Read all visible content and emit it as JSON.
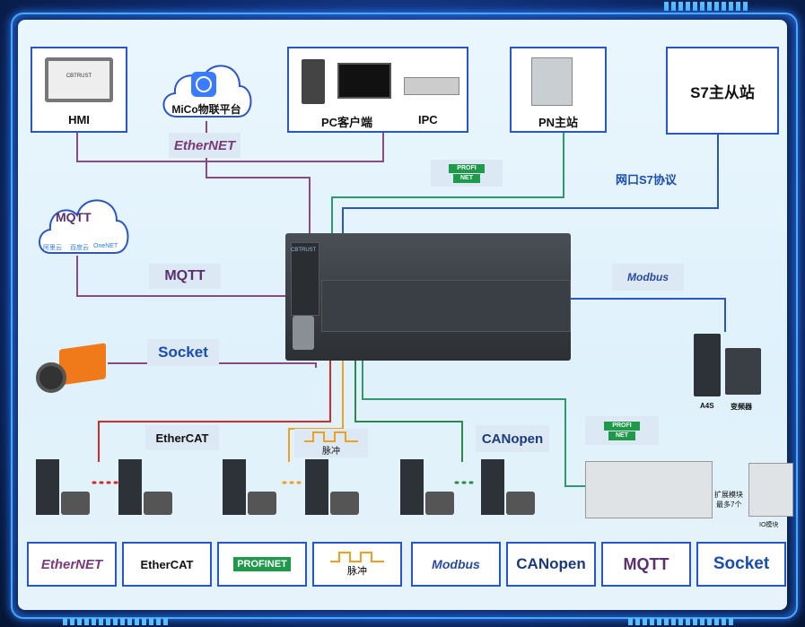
{
  "nodes": {
    "hmi": "HMI",
    "mico": "MiCo物联平台",
    "pc": "PC客户端",
    "ipc": "IPC",
    "pn_master": "PN主站",
    "s7": "S7主从站",
    "a4s": "A4S",
    "inverter": "变频器",
    "expansion": "扩展模块\n最多7个",
    "expansion_l1": "扩展模块",
    "expansion_l2": "最多7个",
    "io_module": "IO模块",
    "hmi_brand": "CBTRUST",
    "plc_brand": "CBTRUST",
    "mqtt_cloud1": "阿里云",
    "mqtt_cloud2": "百度云",
    "mqtt_cloud3": "OneNET"
  },
  "tags": {
    "ethernet": "EtherNET",
    "profinet_a": "PROFI",
    "profinet_b": "NET",
    "s7_protocol": "网口S7协议",
    "mqtt": "MQTT",
    "modbus": "Modbus",
    "socket": "Socket",
    "ethercat": "EtherCAT",
    "pulse": "脉冲",
    "canopen": "CANopen"
  },
  "legend": [
    "EtherNET",
    "EtherCAT",
    "PROFINET",
    "脉冲",
    "Modbus",
    "CANopen",
    "MQTT",
    "Socket"
  ],
  "colors": {
    "ethernet_line": "#8a4a8a",
    "profinet_line": "#2e9a6a",
    "s7_line": "#2a55c9",
    "ethercat_line": "#d42a2a",
    "pulse_line": "#f0a020",
    "canopen_line": "#2e8a4a",
    "box_border": "#2a55c9"
  }
}
